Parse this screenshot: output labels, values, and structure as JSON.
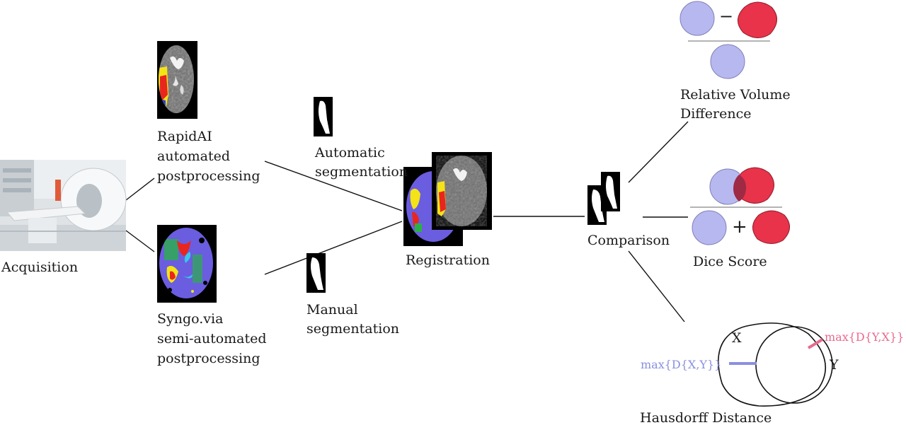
{
  "labels": {
    "acquisition": "Acquisition",
    "rapidai": [
      "RapidAI",
      "automated",
      "postprocessing"
    ],
    "syngo": [
      "Syngo.via",
      "semi-automated",
      "postprocessing"
    ],
    "automatic_segmentation": [
      "Automatic",
      "segmentation"
    ],
    "manual_segmentation": [
      "Manual",
      "segmentation"
    ],
    "registration": "Registration",
    "comparison": "Comparison",
    "relative_volume_difference": [
      "Relative Volume",
      "Difference"
    ],
    "dice_score": "Dice Score",
    "hausdorff_distance": "Hausdorff Distance",
    "set_x": "X",
    "set_y": "Y",
    "max_d_yx": "max{D{Y,X}}",
    "max_d_xy": "max{D{X,Y}}",
    "minus": "−",
    "plus": "+"
  },
  "colors": {
    "set_a": "#b8b8f0",
    "set_b": "#e8334a",
    "overlap": "#9e2a44",
    "max_d_yx_line": "#e86a8f",
    "max_d_xy_line": "#8a8fe0",
    "map_purple": "#6a5de0",
    "map_yellow": "#f4e316",
    "map_red": "#e8261e"
  }
}
